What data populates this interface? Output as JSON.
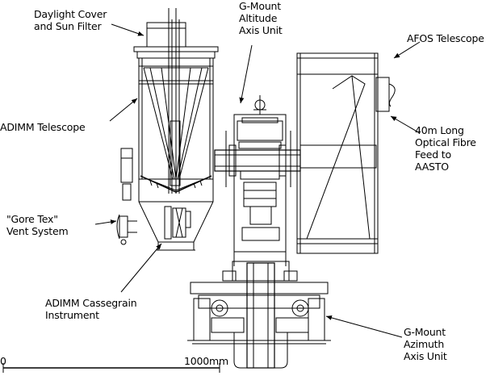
{
  "labels": {
    "daylight_cover": [
      "Daylight Cover",
      "and Sun Filter"
    ],
    "gmount_altitude": [
      "G-Mount",
      "Altitude",
      "Axis Unit"
    ],
    "afos_telescope": [
      "AFOS Telescope"
    ],
    "adimm_telescope": [
      "ADIMM Telescope"
    ],
    "optical_fibre": [
      "40m Long",
      "Optical Fibre",
      "Feed to",
      "AASTO"
    ],
    "gore_tex": [
      "\"Gore Tex\"",
      "Vent System"
    ],
    "cassegrain": [
      "ADIMM Cassegrain",
      "Instrument"
    ],
    "gmount_azimuth": [
      "G-Mount",
      "Azimuth",
      "Axis Unit"
    ]
  },
  "scale_bar": {
    "start_label": "0",
    "end_label": "1000mm"
  }
}
